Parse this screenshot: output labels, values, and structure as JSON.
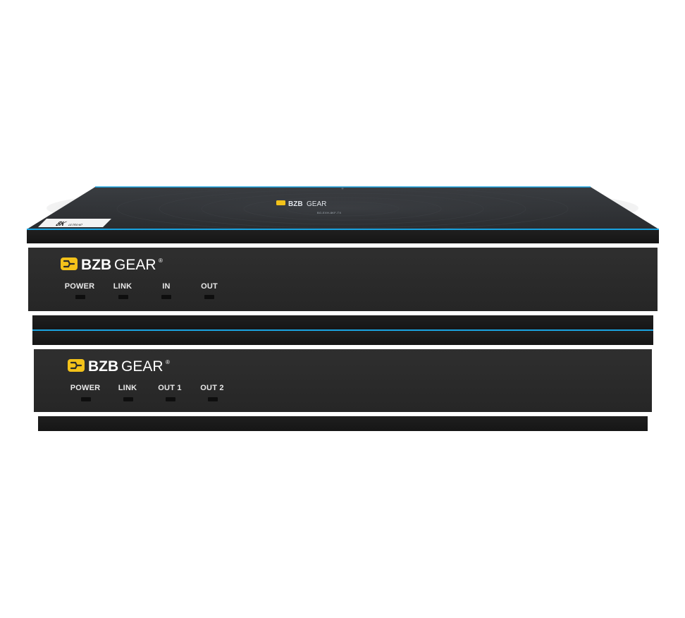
{
  "brand": {
    "name_bold": "BZB",
    "name_light": "GEAR",
    "registered_mark": "®",
    "logo_color": "#f3c21a"
  },
  "top_panel": {
    "model_text": "BG-EXH-8KF-TX",
    "badge": {
      "main": "8K",
      "sub": "ULTRA HD"
    },
    "accent_color": "#1aa3e0"
  },
  "transmitter": {
    "indicators": [
      {
        "label": "POWER"
      },
      {
        "label": "LINK"
      },
      {
        "label": "IN"
      },
      {
        "label": "OUT"
      }
    ]
  },
  "receiver": {
    "indicators": [
      {
        "label": "POWER"
      },
      {
        "label": "LINK"
      },
      {
        "label": "OUT 1"
      },
      {
        "label": "OUT 2"
      }
    ]
  },
  "colors": {
    "chassis": "#2b2b2b",
    "chassis_dark": "#1c1c1c",
    "stripe": "#ffffff",
    "accent_blue": "#1aa3e0",
    "led_off": "#0e0e0e"
  }
}
